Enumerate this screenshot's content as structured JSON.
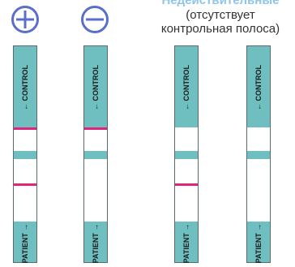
{
  "header": {
    "result_label": "Недействительные",
    "note_line1": "(отсутствует",
    "note_line2": "контрольная полоса)"
  },
  "symbols": {
    "positive": "plus-in-circle",
    "negative": "minus-in-circle"
  },
  "strip": {
    "top_label": "CONTROL",
    "bottom_label": "PATIENT"
  },
  "colors": {
    "strip_end": "#6fbfc0",
    "test_line": "#e0267c",
    "outline": "#5b6b70",
    "symbol": "#5a6fc9",
    "result_label": "#8fc5ea"
  }
}
